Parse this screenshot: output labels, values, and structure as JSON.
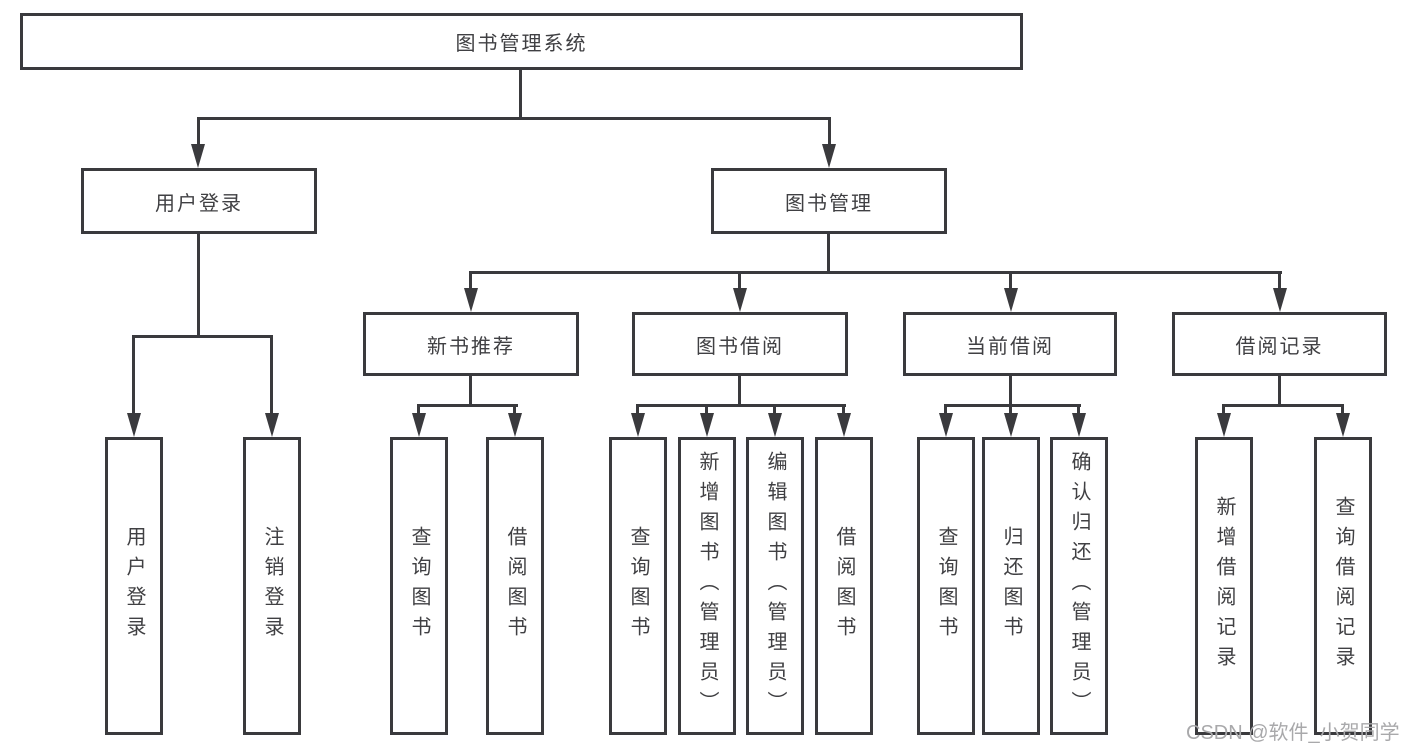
{
  "tree": {
    "label": "图书管理系统",
    "children": [
      {
        "label": "用户登录",
        "children": [
          {
            "label": "用户登录"
          },
          {
            "label": "注销登录"
          }
        ]
      },
      {
        "label": "图书管理",
        "children": [
          {
            "label": "新书推荐",
            "children": [
              {
                "label": "查询图书"
              },
              {
                "label": "借阅图书"
              }
            ]
          },
          {
            "label": "图书借阅",
            "children": [
              {
                "label": "查询图书"
              },
              {
                "label": "新增图书（管理员）"
              },
              {
                "label": "编辑图书（管理员）"
              },
              {
                "label": "借阅图书"
              }
            ]
          },
          {
            "label": "当前借阅",
            "children": [
              {
                "label": "查询图书"
              },
              {
                "label": "归还图书"
              },
              {
                "label": "确认归还（管理员）"
              }
            ]
          },
          {
            "label": "借阅记录",
            "children": [
              {
                "label": "新增借阅记录"
              },
              {
                "label": "查询借阅记录"
              }
            ]
          }
        ]
      }
    ]
  },
  "watermark": "CSDN @软件_小贺同学",
  "colors": {
    "line": "#3a3a3d",
    "text": "#404043",
    "watermark": "#a9a9ab",
    "background": "#ffffff"
  }
}
